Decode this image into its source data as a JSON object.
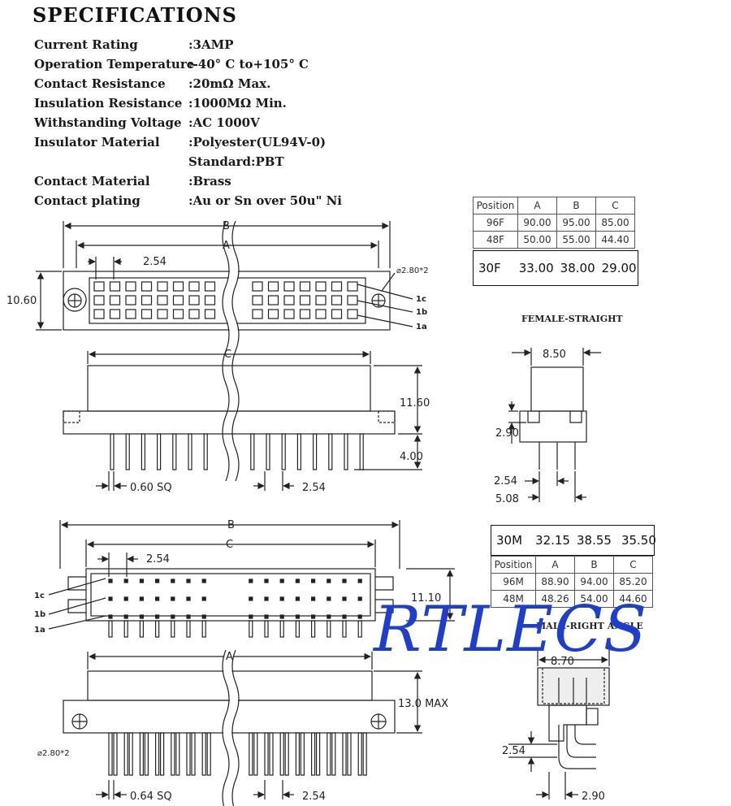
{
  "spec": {
    "title": "SPECIFICATIONS",
    "rows": [
      {
        "label": "Current Rating",
        "value": ":3AMP"
      },
      {
        "label": "Operation Temperature",
        "value": ":-40° C to+105° C"
      },
      {
        "label": "Contact Resistance",
        "value": ":20mΩ Max."
      },
      {
        "label": "Insulation Resistance",
        "value": ":1000MΩ Min."
      },
      {
        "label": "Withstanding Voltage",
        "value": ":AC 1000V"
      },
      {
        "label": "Insulator Material",
        "value": ":Polyester(UL94V-0)"
      },
      {
        "label": "",
        "value": "Standard:PBT"
      },
      {
        "label": "Contact Material",
        "value": ":Brass"
      },
      {
        "label": "Contact plating",
        "value": ":Au or Sn over 50u\" Ni"
      }
    ]
  },
  "female_table": {
    "headers": [
      "Position",
      "A",
      "B",
      "C"
    ],
    "rows": [
      [
        "96F",
        "90.00",
        "95.00",
        "85.00"
      ],
      [
        "48F",
        "50.00",
        "55.00",
        "44.40"
      ]
    ],
    "extra": [
      "30F",
      "33.00",
      "38.00",
      "29.00"
    ]
  },
  "male_table": {
    "extra": [
      "30M",
      "32.15",
      "38.55",
      "35.50"
    ],
    "headers": [
      "Position",
      "A",
      "B",
      "C"
    ],
    "rows": [
      [
        "96M",
        "88.90",
        "94.00",
        "85.20"
      ],
      [
        "48M",
        "48.26",
        "54.00",
        "44.60"
      ]
    ]
  },
  "female_drawing": {
    "dim_b": "B",
    "dim_a": "A",
    "dim_c": "C",
    "pitch": "2.54",
    "height": "10.60",
    "hole": "⌀2.80*2",
    "rows": [
      "1c",
      "1b",
      "1a"
    ],
    "body_height": "11.60",
    "pin_length": "4.00",
    "pin_size": "0.60 SQ",
    "pin_pitch": "2.54"
  },
  "female_straight": {
    "caption": "FEMALE-STRAIGHT",
    "width": "8.50",
    "offset": "2.90",
    "pitch": "2.54",
    "span": "5.08"
  },
  "male_drawing": {
    "dim_b": "B",
    "dim_c": "C",
    "dim_a": "A",
    "pitch": "2.54",
    "rows": [
      "1c",
      "1b",
      "1a"
    ],
    "height": "11.10",
    "body_height": "13.0 MAX",
    "hole": "⌀2.80*2",
    "pin_size": "0.64 SQ",
    "pin_pitch": "2.54"
  },
  "male_right_angle": {
    "caption": "MALE-RIGHT ANGLE",
    "width": "8.70",
    "pitch": "2.54",
    "offset": "2.90"
  },
  "watermark": "RTLECS"
}
